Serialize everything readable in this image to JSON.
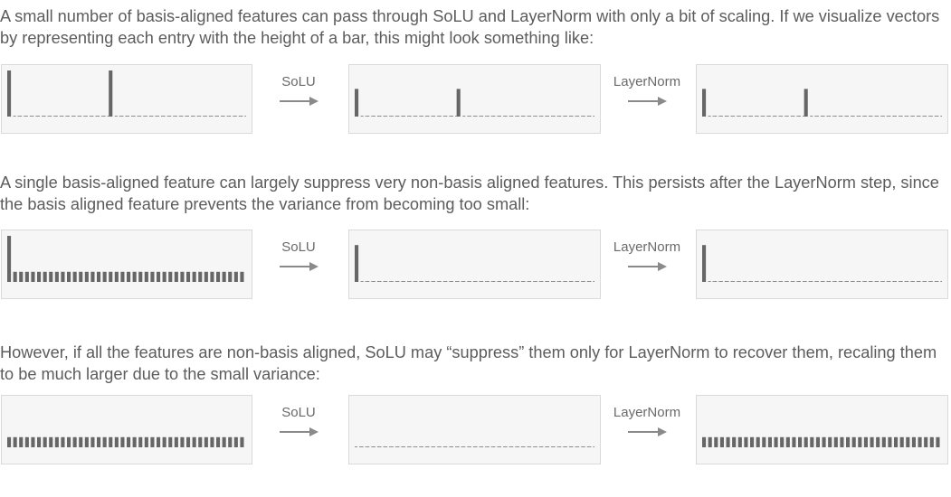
{
  "text": {
    "para1": "A small number of basis-aligned features can pass through SoLU and LayerNorm with only a bit of scaling. If we visualize vectors by representing each entry with the height of a bar, this might look something like:",
    "para2": "A single basis-aligned feature can largely suppress very non-basis aligned features. This persists after the LayerNorm step, since the basis aligned feature prevents the variance from becoming too small:",
    "para3": "However, if all the features are non-basis aligned, SoLU may “suppress” them only for LayerNorm to recover them, recaling them to be much larger due to the small variance:"
  },
  "ops": {
    "solu": "SoLU",
    "layernorm": "LayerNorm"
  },
  "colors": {
    "bar": "#666666",
    "box_bg": "#f6f6f6",
    "box_border": "#dadada",
    "arrow": "#8a8a8a",
    "dash": "#8a8a8a"
  },
  "examples": [
    {
      "input": {
        "n": 40,
        "base": 0,
        "spikes": {
          "0": 1.0,
          "17": 1.0
        }
      },
      "solu": {
        "n": 40,
        "base": 0,
        "spikes": {
          "0": 0.6,
          "17": 0.6
        }
      },
      "layernorm": {
        "n": 40,
        "base": 0,
        "spikes": {
          "0": 0.6,
          "17": 0.6
        }
      }
    },
    {
      "input": {
        "n": 40,
        "base": 0.22,
        "spikes": {
          "0": 1.0
        }
      },
      "solu": {
        "n": 40,
        "base": 0,
        "spikes": {
          "0": 0.8
        }
      },
      "layernorm": {
        "n": 40,
        "base": 0,
        "spikes": {
          "0": 0.8
        }
      }
    },
    {
      "input": {
        "n": 40,
        "base": 0.22,
        "spikes": {}
      },
      "solu": {
        "n": 40,
        "base": 0,
        "spikes": {}
      },
      "layernorm": {
        "n": 40,
        "base": 0.22,
        "spikes": {}
      }
    }
  ]
}
